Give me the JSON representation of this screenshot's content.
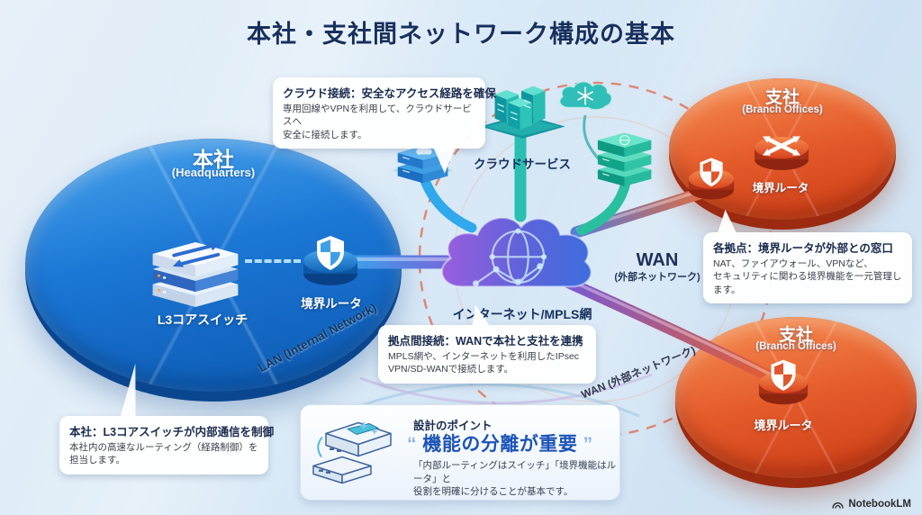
{
  "title": "本社・支社間ネットワーク構成の基本",
  "brand": "NotebookLM",
  "headquarters": {
    "name": "本社",
    "subtitle": "(Headquarters)",
    "core_switch": "L3コアスイッチ",
    "border_router": "境界ルータ"
  },
  "cloud_services": {
    "label": "クラウドサービス"
  },
  "wan_cloud": {
    "label": "インターネット/MPLS網",
    "wan_title": "WAN",
    "wan_subtitle": "(外部ネットワーク)"
  },
  "branch_top": {
    "name": "支社",
    "subtitle": "(Branch Offices)",
    "border_router": "境界ルータ"
  },
  "branch_bottom": {
    "name": "支社",
    "subtitle": "(Branch Offices)",
    "border_router": "境界ルータ"
  },
  "path_labels": {
    "lan": "LAN (Internal Network)",
    "wan": "WAN (外部ネットワーク)"
  },
  "callouts": {
    "cloud": {
      "title": "クラウド接続：安全なアクセス経路を確保",
      "body": "専用回線やVPNを利用して、クラウドサービスへ\n安全に接続します。"
    },
    "branch": {
      "title": "各拠点：境界ルータが外部との窓口",
      "body": "NAT、ファイアウォール、VPNなど、\nセキュリティに関わる境界機能を一元管理します。"
    },
    "wan": {
      "title": "拠点間接続：WANで本社と支社を連携",
      "body": "MPLS網や、インターネットを利用したIPsec\nVPN/SD-WANで接続します。"
    },
    "hq": {
      "title": "本社：L3コアスイッチが内部通信を制御",
      "body": "本社内の高速なルーティング（経路制御）を\n担当します。"
    }
  },
  "design_point": {
    "kicker": "設計のポイント",
    "quote_open": "“ ",
    "quote": "機能の分離が重要",
    "quote_close": " ”",
    "body": "「内部ルーティングはスイッチ」「境界機能はルータ」と\n役割を明確に分けることが基本です。"
  },
  "colors": {
    "title_navy": "#17305e",
    "hq_blue": "#0d5cb6",
    "branch_orange": "#d8431f",
    "cloud_purple": "#7b5bd6",
    "service_teal": "#23b7ad",
    "quote_blue": "#1d55b8"
  },
  "icons": {
    "hq_core_switch": "layered-switch-icon",
    "hq_border_router": "shield-icon",
    "branch_top_router": "crossed-arrows-icon",
    "branch_shield": "shield-icon",
    "wan_cloud": "network-cloud-icon",
    "cloud_services": "server-towers-icon",
    "brand": "notebooklm-logo-icon"
  }
}
